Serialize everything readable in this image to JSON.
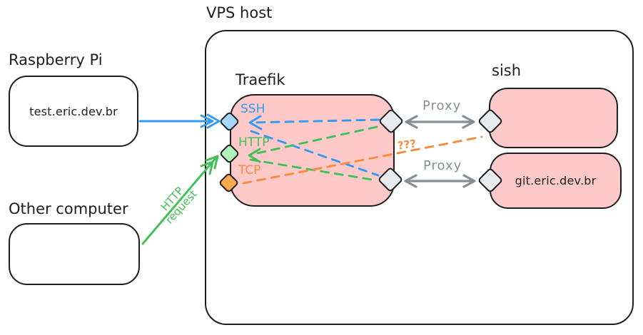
{
  "colors": {
    "ink": "#1e1e1e",
    "pink": "#ffc9c9",
    "blue": "#339af0",
    "blue_light": "#a5d8ff",
    "green": "#40c057",
    "green_light": "#b2f2bb",
    "orange": "#f98b3d",
    "orange_light": "#ffa94d",
    "gray": "#868e96",
    "gray_light": "#e9ecef"
  },
  "external": {
    "raspberry_pi": {
      "title": "Raspberry Pi",
      "domain": "test.eric.dev.br"
    },
    "other_computer": {
      "title": "Other computer"
    }
  },
  "vps": {
    "title": "VPS host",
    "traefik": {
      "title": "Traefik",
      "ports": {
        "ssh": "SSH",
        "http": "HTTP",
        "tcp": "TCP"
      }
    },
    "sish": {
      "title": "sish",
      "git_domain": "git.eric.dev.br"
    }
  },
  "edges": {
    "http_request": {
      "line1": "HTTP",
      "line2": "request"
    },
    "proxy_top": "Proxy",
    "proxy_bottom": "Proxy",
    "unknown": "???"
  }
}
